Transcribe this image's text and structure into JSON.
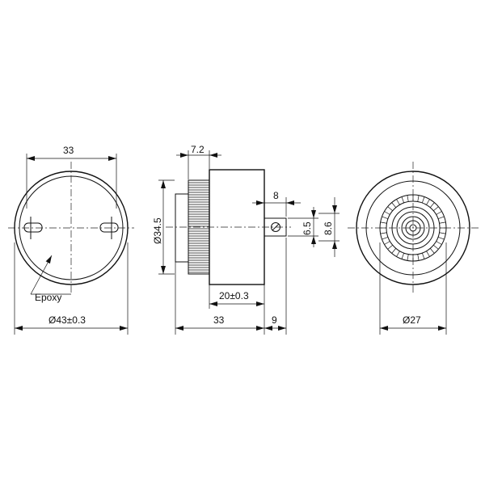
{
  "dimensions": {
    "front_width": "33",
    "front_diameter": "Ø43±0.3",
    "epoxy": "Epoxy",
    "side_gap": "7.2",
    "side_diameter": "Ø34.5",
    "terminal_length": "8",
    "terminal_height_a": "6.5",
    "terminal_height_b": "8.6",
    "body_length": "20±0.3",
    "total_length": "33",
    "terminal_offset": "9",
    "rear_diameter": "Ø27"
  }
}
